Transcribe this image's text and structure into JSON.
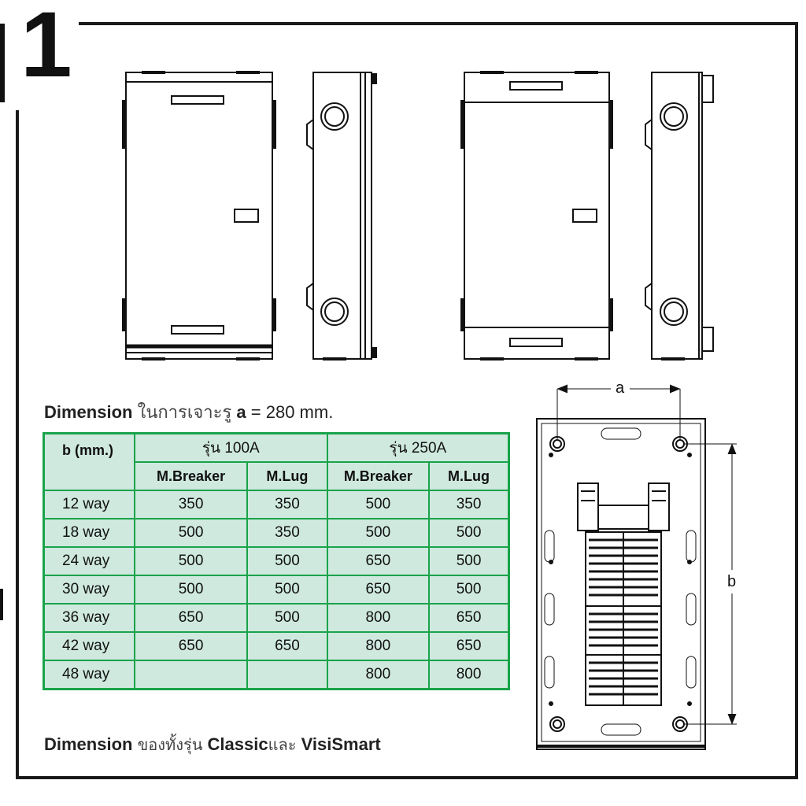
{
  "section_number": "1",
  "dimension_line": {
    "label": "Dimension",
    "text": "ในการเจาะรู",
    "var": "a",
    "value": "= 280 mm."
  },
  "table": {
    "corner": "b (mm.)",
    "groups": [
      "รุ่น 100A",
      "รุ่น 250A"
    ],
    "subheaders": [
      "M.Breaker",
      "M.Lug",
      "M.Breaker",
      "M.Lug"
    ],
    "rows": [
      {
        "way": "12 way",
        "values": [
          "350",
          "350",
          "500",
          "350"
        ]
      },
      {
        "way": "18 way",
        "values": [
          "500",
          "350",
          "500",
          "500"
        ]
      },
      {
        "way": "24 way",
        "values": [
          "500",
          "500",
          "650",
          "500"
        ]
      },
      {
        "way": "30 way",
        "values": [
          "500",
          "500",
          "650",
          "500"
        ]
      },
      {
        "way": "36 way",
        "values": [
          "650",
          "500",
          "800",
          "650"
        ]
      },
      {
        "way": "42 way",
        "values": [
          "650",
          "650",
          "800",
          "650"
        ]
      },
      {
        "way": "48 way",
        "values": [
          "",
          "",
          "800",
          "800"
        ]
      }
    ]
  },
  "footer": {
    "label": "Dimension",
    "text1": "ของทั้งรุ่น",
    "model1": "Classic",
    "text2": "และ",
    "model2": "VisiSmart"
  },
  "diagram_labels": {
    "a": "a",
    "b": "b"
  },
  "colors": {
    "table_fill": "#cfe9df",
    "table_border": "#19a34a",
    "frame": "#1a1a1a"
  }
}
